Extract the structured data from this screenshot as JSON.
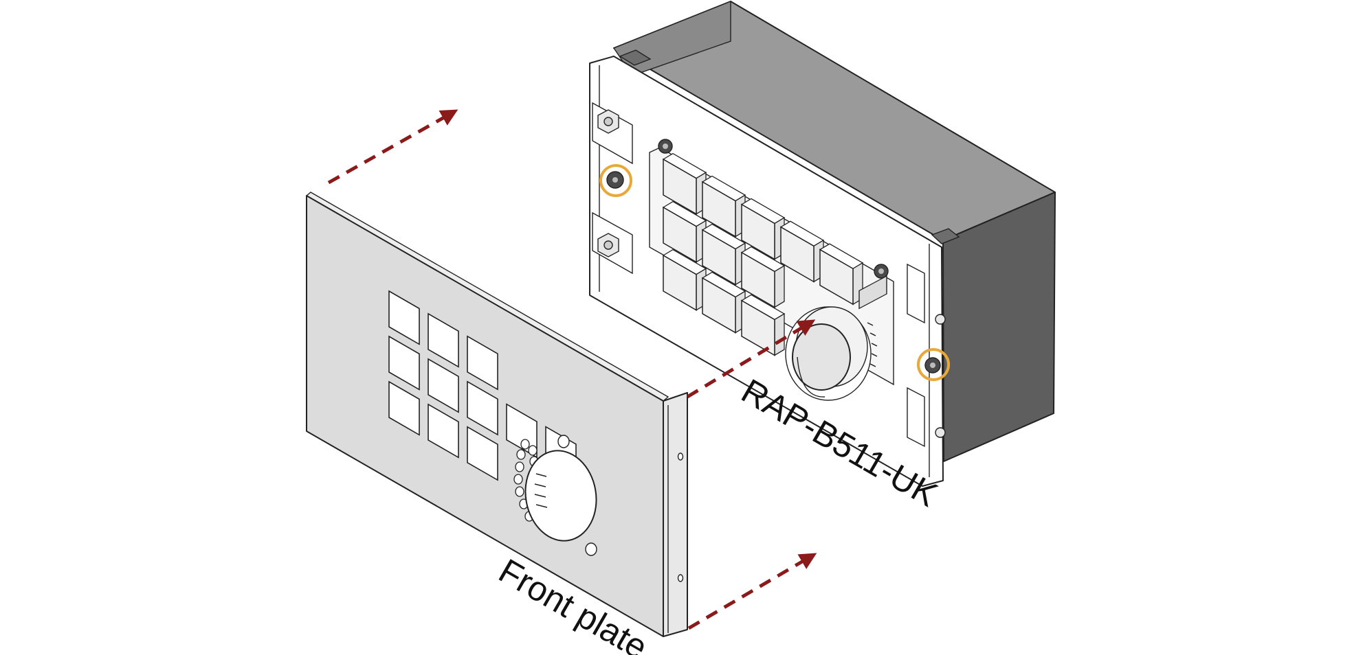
{
  "labels": {
    "device_model": "RAP-B511-UK",
    "front_plate": "Front plate"
  },
  "colors": {
    "background": "#ffffff",
    "plate_fill": "#dcdcdc",
    "housing_dark": "#8a8a8a",
    "housing_side": "#5e5e5e",
    "key_fill": "#f0f0f0",
    "arrow": "#8b1a1a",
    "highlight_ring": "#e9a93a"
  },
  "icons": [
    "arrow-dashed",
    "highlight-ring",
    "screw",
    "hex-nut"
  ]
}
